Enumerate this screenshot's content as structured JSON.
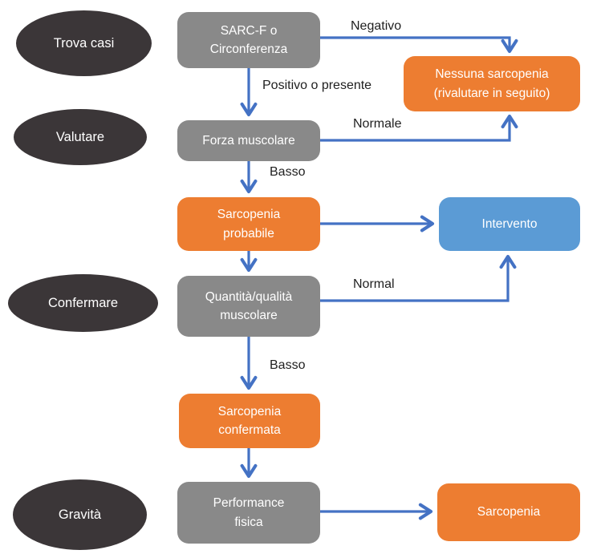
{
  "diagram": {
    "stages": [
      {
        "id": "trova-casi",
        "label": "Trova casi"
      },
      {
        "id": "valutare",
        "label": "Valutare"
      },
      {
        "id": "confermare",
        "label": "Confermare"
      },
      {
        "id": "gravita",
        "label": "Gravità"
      }
    ],
    "nodes": [
      {
        "id": "sarcf",
        "label": "SARC-F o\nCirconferenza",
        "type": "gray"
      },
      {
        "id": "forza",
        "label": "Forza muscolare",
        "type": "gray"
      },
      {
        "id": "nessuna",
        "label": "Nessuna sarcopenia\n(rivalutare in seguito)",
        "type": "orange"
      },
      {
        "id": "sarcoprob",
        "label": "Sarcopenia\nprobabile",
        "type": "orange"
      },
      {
        "id": "intervento",
        "label": "Intervento",
        "type": "blue"
      },
      {
        "id": "quantita",
        "label": "Quantità/qualità\nmuscolare",
        "type": "gray"
      },
      {
        "id": "sarcoconf",
        "label": "Sarcopenia\nconfermata",
        "type": "orange"
      },
      {
        "id": "performance",
        "label": "Performance\nfisica",
        "type": "gray"
      },
      {
        "id": "sarcopenia-final",
        "label": "Sarcopenia",
        "type": "orange"
      }
    ],
    "edge_labels": [
      {
        "id": "negativo",
        "label": "Negativo"
      },
      {
        "id": "positivo",
        "label": "Positivo o presente"
      },
      {
        "id": "normale",
        "label": "Normale"
      },
      {
        "id": "basso-1",
        "label": "Basso"
      },
      {
        "id": "normal",
        "label": "Normal"
      },
      {
        "id": "basso-2",
        "label": "Basso"
      }
    ],
    "colors": {
      "box_gray": "#898989",
      "box_orange": "#ED7D31",
      "box_blue": "#5B9BD5",
      "stage_dark": "#3B3638",
      "arrow_blue": "#4472C4",
      "label_text": "#1F1F1F",
      "node_text": "#FFFFFF",
      "background": "#FFFFFF"
    }
  }
}
